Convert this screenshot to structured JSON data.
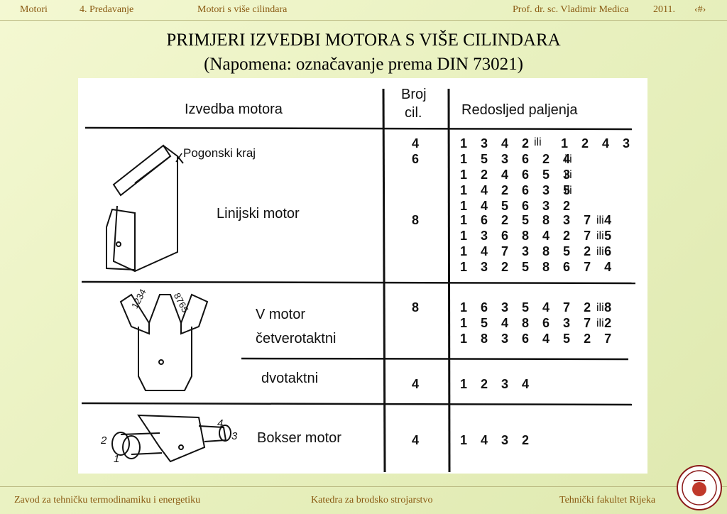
{
  "header": {
    "course": "Motori",
    "lecture": "4. Predavanje",
    "topic": "Motori s više cilindara",
    "author": "Prof. dr. sc. Vladimir Medica",
    "year": "2011.",
    "page": "‹#›"
  },
  "title": {
    "line1": "PRIMJERI IZVEDBI MOTORA S VIŠE CILINDARA",
    "line2": "(Napomena: označavanje prema DIN 73021)"
  },
  "table": {
    "col_headers": {
      "design": "Izvedba motora",
      "cyl_top": "Broj",
      "cyl_bottom": "cil.",
      "order": "Redosljed paljenja"
    },
    "or_word": "ili",
    "inline": {
      "line_label": "Linijski motor",
      "drive_end": "Pogonski kraj",
      "cyl4": "4",
      "seq4a": "1 3 4 2",
      "seq4b": "1 2 4 3",
      "cyl6": "6",
      "seq6_1": "1 5 3 6 2 4",
      "seq6_2": "1 2 4 6 5 3",
      "seq6_3": "1 4 2 6 3 5",
      "seq6_4": "1 4 5 6 3 2",
      "cyl8": "8",
      "seq8_1": "1 6 2 5 8 3 7 4",
      "seq8_2": "1 3 6 8 4 2 7 5",
      "seq8_3": "1 4 7 3 8 5 2 6",
      "seq8_4": "1 3 2 5 8 6 7 4"
    },
    "v": {
      "v_label": "V motor",
      "four_stroke": "četverotaktni",
      "cyl8": "8",
      "seq_1": "1 6 3 5 4 7 2 8",
      "seq_2": "1 5 4 8 6 3 7 2",
      "seq_3": "1 8 3 6 4 5 2 7",
      "bank_left": "1234",
      "bank_right": "8765",
      "two_stroke": "dvotaktni",
      "cyl4": "4",
      "seq_2t": "1 2 3 4"
    },
    "boxer": {
      "label": "Bokser motor",
      "cyl": "4",
      "seq": "1 4 3 2",
      "n1": "1",
      "n2": "2",
      "n3": "3",
      "n4": "4"
    }
  },
  "footer": {
    "left": "Zavod za tehničku termodinamiku i energetiku",
    "center": "Katedra za brodsko strojarstvo",
    "right": "Tehnički fakultet Rijeka"
  },
  "colors": {
    "header_text": "#8a5a12",
    "logo_ring": "#8b1a1a"
  }
}
